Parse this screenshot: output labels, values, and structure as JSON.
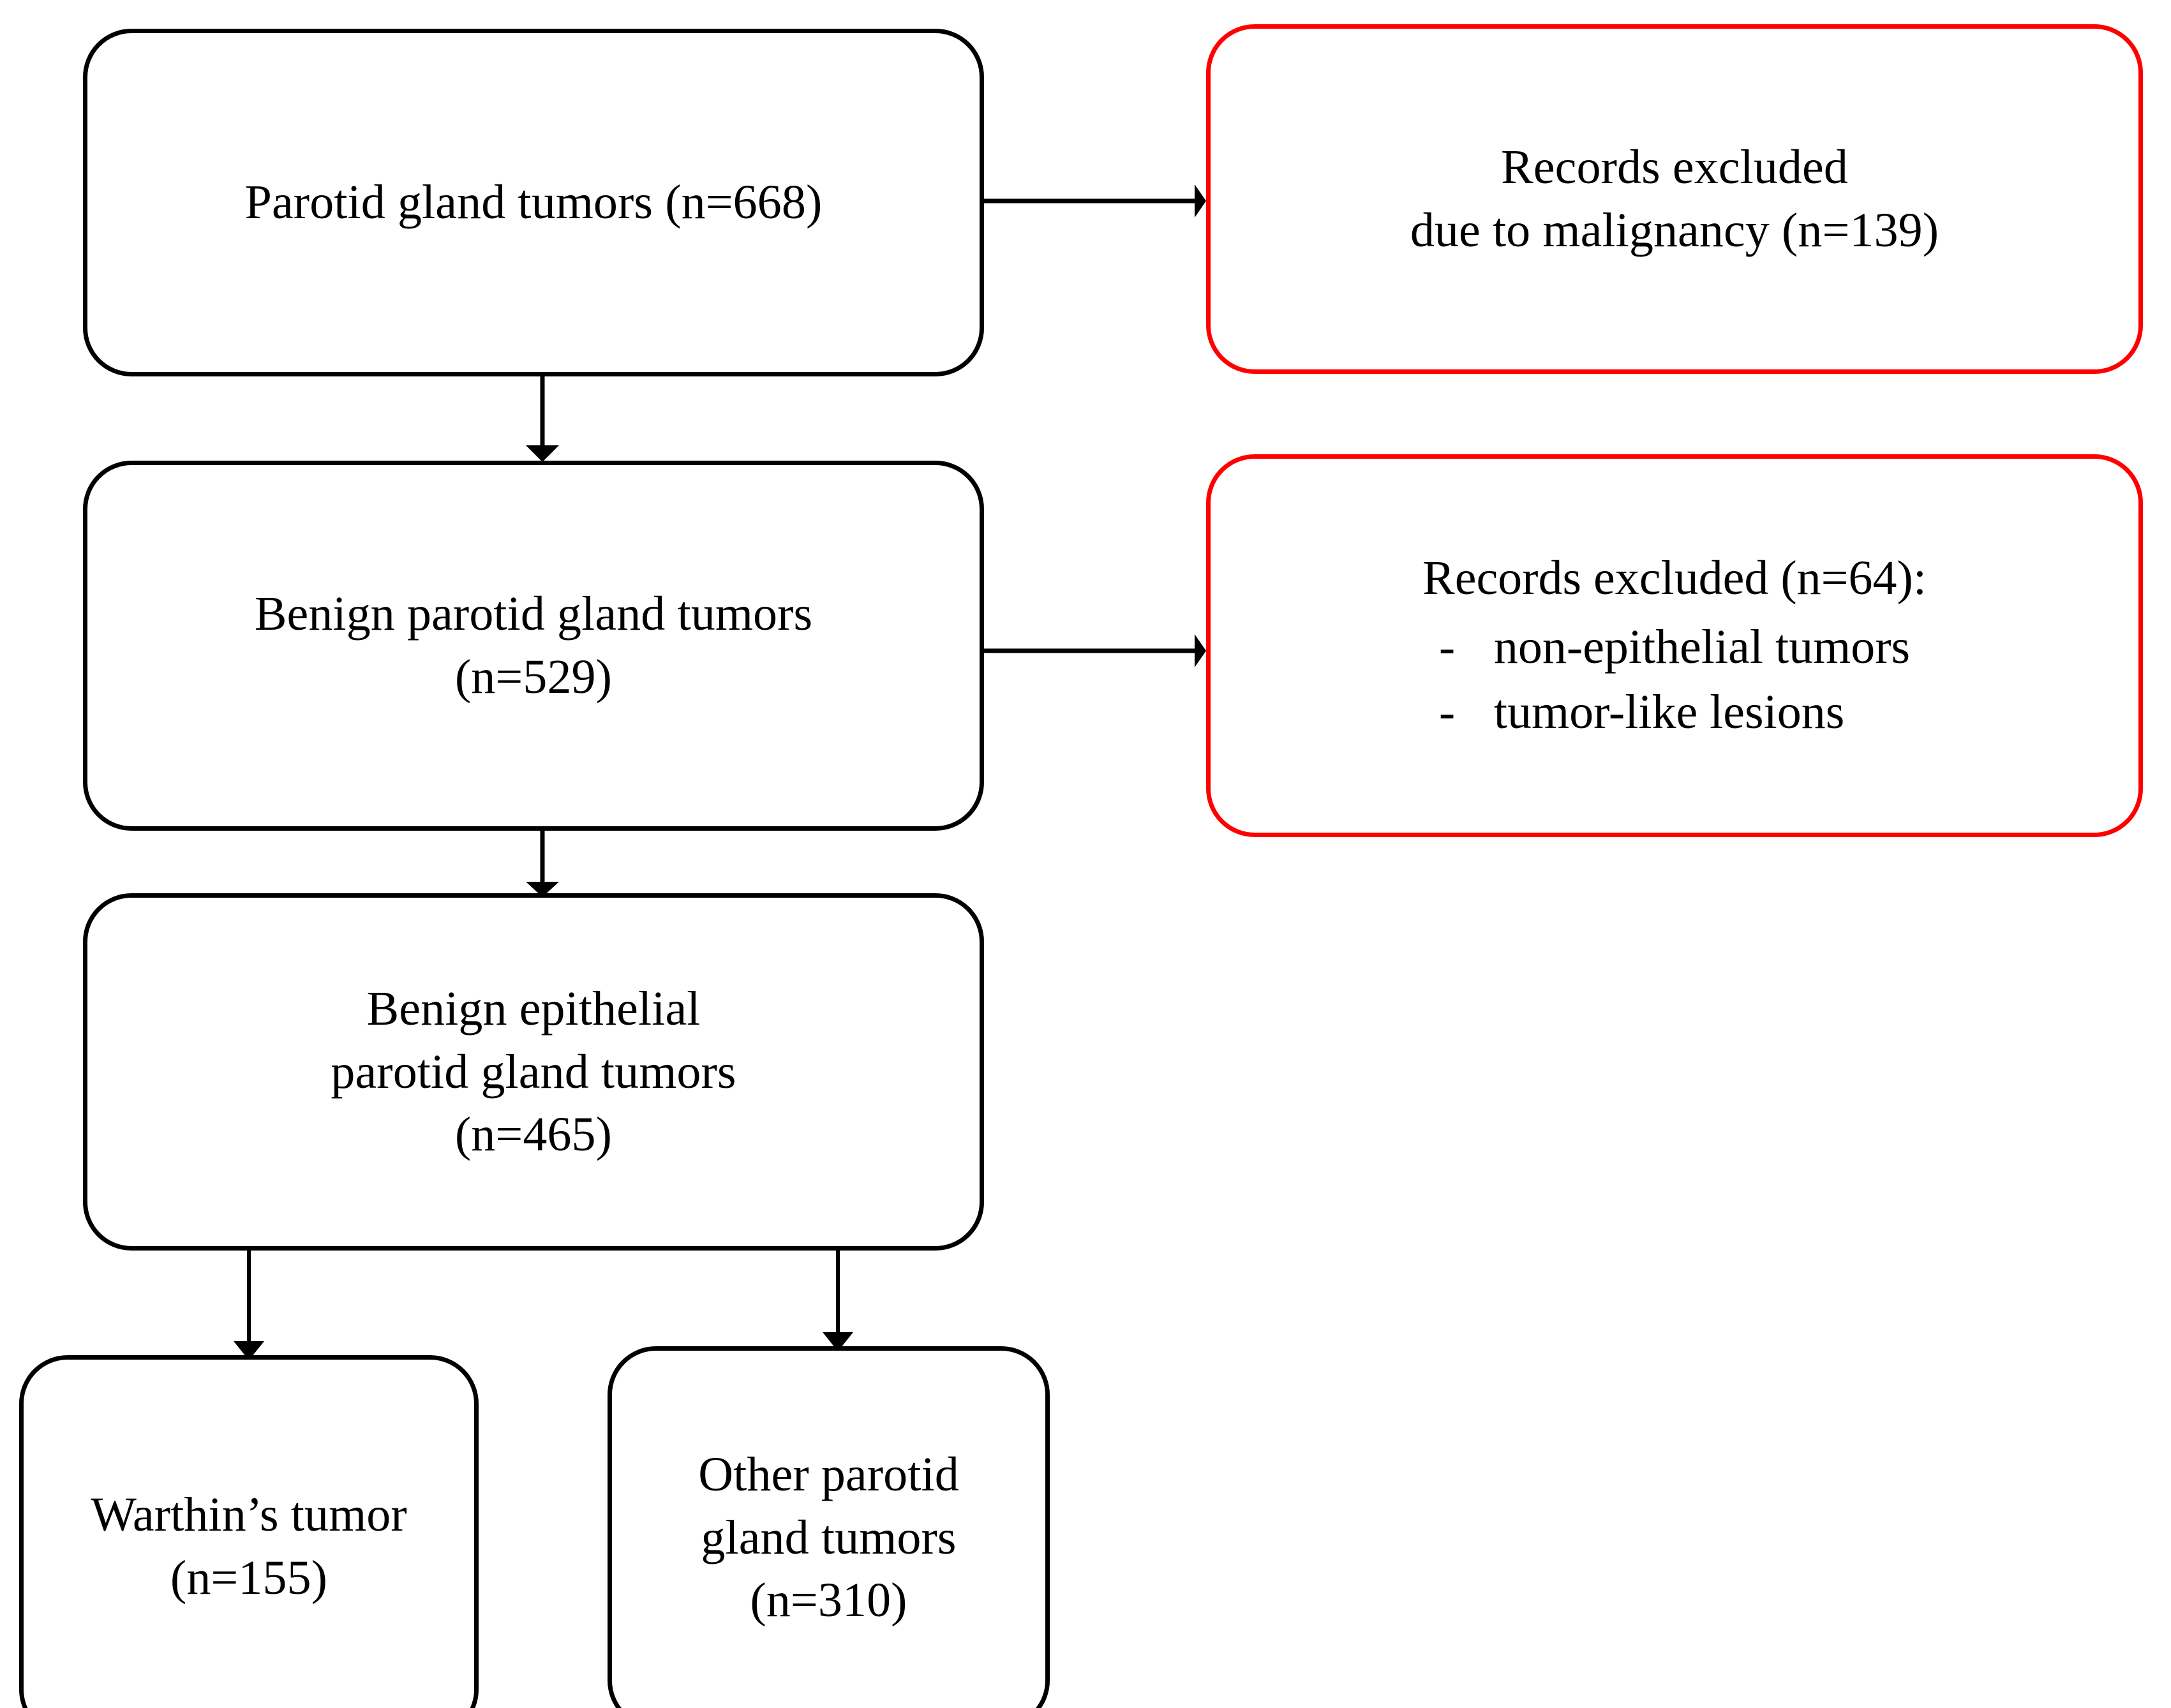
{
  "diagram": {
    "title": "Parotid gland tumor study selection flow diagram",
    "colors": {
      "box_black": "#000000",
      "box_red": "#ff0000",
      "background": "#ffffff",
      "text": "#000000"
    }
  },
  "nodes": {
    "parotid_total": {
      "label": "Parotid gland tumors (n=668)",
      "count": 668,
      "border_color": "#000000"
    },
    "excluded_malignancy": {
      "label": "Records excluded\ndue to malignancy (n=139)",
      "count": 139,
      "border_color": "#ff0000"
    },
    "benign": {
      "label": "Benign parotid gland tumors\n(n=529)",
      "count": 529,
      "border_color": "#000000"
    },
    "excluded_records": {
      "heading": "Records excluded (n=64):",
      "count": 64,
      "bullet_marker": "-",
      "items": [
        "non-epithelial tumors",
        "tumor-like lesions"
      ],
      "border_color": "#ff0000"
    },
    "benign_epithelial": {
      "label": "Benign epithelial\nparotid gland tumors\n(n=465)",
      "count": 465,
      "border_color": "#000000"
    },
    "warthin": {
      "label": "Warthin’s tumor\n(n=155)",
      "count": 155,
      "border_color": "#000000"
    },
    "other_parotid": {
      "label": "Other parotid\ngland tumors\n(n=310)",
      "count": 310,
      "border_color": "#000000"
    }
  },
  "connectors": [
    {
      "name": "parotid-to-excluded-malignancy",
      "from": "parotid_total",
      "to": "excluded_malignancy",
      "direction": "right"
    },
    {
      "name": "parotid-to-benign",
      "from": "parotid_total",
      "to": "benign",
      "direction": "down"
    },
    {
      "name": "benign-to-excluded-records",
      "from": "benign",
      "to": "excluded_records",
      "direction": "right"
    },
    {
      "name": "benign-to-benign-epithelial",
      "from": "benign",
      "to": "benign_epithelial",
      "direction": "down"
    },
    {
      "name": "epithelial-to-warthin",
      "from": "benign_epithelial",
      "to": "warthin",
      "direction": "down"
    },
    {
      "name": "epithelial-to-other",
      "from": "benign_epithelial",
      "to": "other_parotid",
      "direction": "down"
    }
  ]
}
